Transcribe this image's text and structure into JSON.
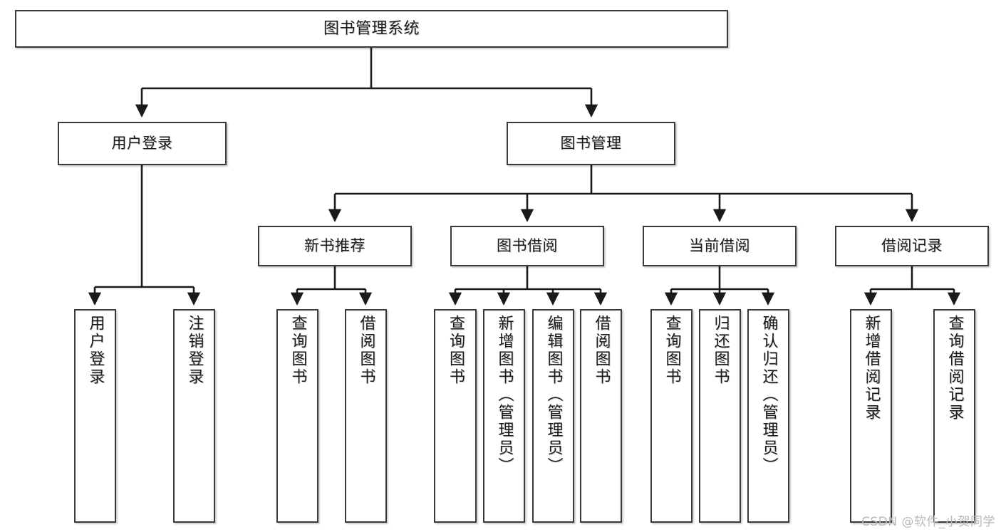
{
  "diagram": {
    "title": "图书管理系统",
    "type": "tree",
    "watermark": "CSDN @软件_小贺同学",
    "colors": {
      "node_border": "#3a3a3a",
      "node_fill": "#ffffff",
      "edge": "#1a1a1a",
      "text": "#1a1a1a",
      "watermark": "#b9b9b9",
      "background": "#ffffff"
    },
    "levels": {
      "root": "图书管理系统",
      "level2": [
        "用户登录",
        "图书管理"
      ],
      "level3": [
        "新书推荐",
        "图书借阅",
        "当前借阅",
        "借阅记录"
      ],
      "level4": [
        "用户登录",
        "注销登录",
        "查询图书",
        "借阅图书",
        "查询图书",
        "新增图书（管理员）",
        "编辑图书（管理员）",
        "借阅图书",
        "查询图书",
        "归还图书",
        "确认归还（管理员）",
        "新增借阅记录",
        "查询借阅记录"
      ]
    },
    "nodes": {
      "root": {
        "label": "图书管理系统"
      },
      "user_login": {
        "label": "用户登录"
      },
      "book_manage": {
        "label": "图书管理"
      },
      "new_book_rec": {
        "label": "新书推荐"
      },
      "book_borrow": {
        "label": "图书借阅"
      },
      "current_borrow": {
        "label": "当前借阅"
      },
      "borrow_record": {
        "label": "借阅记录"
      },
      "leaf_user_login": {
        "label": "用户登录"
      },
      "leaf_logout": {
        "label": "注销登录"
      },
      "leaf_query_book_a": {
        "label": "查询图书"
      },
      "leaf_borrow_book_a": {
        "label": "借阅图书"
      },
      "leaf_query_book_b": {
        "label": "查询图书"
      },
      "leaf_add_book": {
        "label": "新增图书（管理员）"
      },
      "leaf_edit_book": {
        "label": "编辑图书（管理员）"
      },
      "leaf_borrow_book_b": {
        "label": "借阅图书"
      },
      "leaf_query_book_c": {
        "label": "查询图书"
      },
      "leaf_return_book": {
        "label": "归还图书"
      },
      "leaf_confirm_return": {
        "label": "确认归还（管理员）"
      },
      "leaf_add_record": {
        "label": "新增借阅记录"
      },
      "leaf_query_record": {
        "label": "查询借阅记录"
      }
    }
  }
}
